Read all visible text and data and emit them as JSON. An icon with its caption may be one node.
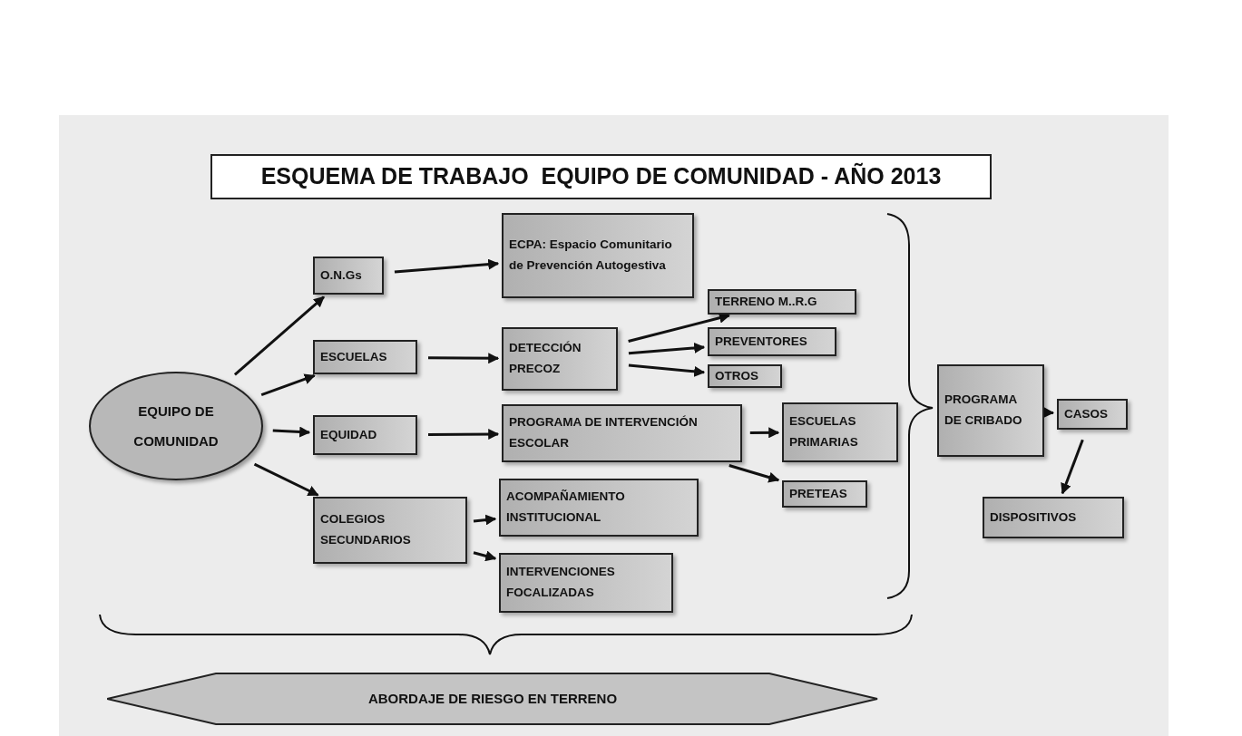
{
  "diagram": {
    "title": "ESQUEMA DE TRABAJO  EQUIPO DE COMUNIDAD - AÑO 2013",
    "nodes": [
      {
        "text": [
          "EQUIPO DE COMUNIDAD"
        ]
      },
      {
        "text": [
          "O.N.Gs"
        ]
      },
      {
        "text": [
          "ESCUELAS"
        ]
      },
      {
        "text": [
          "EQUIDAD"
        ]
      },
      {
        "text": [
          "COLEGIOS SECUNDARIOS"
        ]
      },
      {
        "text": [
          "ECPA: Espacio Comunitario de Prevención Autogestiva"
        ]
      },
      {
        "text": [
          "DETECCIÓN PRECOZ"
        ]
      },
      {
        "text": [
          "TERRENO M..R.G"
        ]
      },
      {
        "text": [
          "PREVENTORES"
        ]
      },
      {
        "text": [
          "OTROS"
        ]
      },
      {
        "text": [
          "PROGRAMA DE  INTERVENCIÓN ESCOLAR"
        ]
      },
      {
        "text": [
          "ESCUELAS PRIMARIAS"
        ]
      },
      {
        "text": [
          "PRETEAS"
        ]
      },
      {
        "text": [
          "ACOMPAÑAMIENTO INSTITUCIONAL"
        ]
      },
      {
        "text": [
          "INTERVENCIONES FOCALIZADAS"
        ]
      },
      {
        "text": [
          "PROGRAMA DE CRIBADO"
        ]
      },
      {
        "text": [
          "CASOS"
        ]
      },
      {
        "text": [
          "DISPOSITIVOS"
        ]
      },
      {
        "text": [
          "ABORDAJE DE RIESGO EN TERRENO"
        ]
      }
    ],
    "edges": [
      {
        "from": 0,
        "to": 1,
        "arrow": "to"
      },
      {
        "from": 0,
        "to": 2,
        "arrow": "to"
      },
      {
        "from": 0,
        "to": 3,
        "arrow": "to"
      },
      {
        "from": 0,
        "to": 4,
        "arrow": "to"
      },
      {
        "from": 1,
        "to": 5,
        "arrow": "to"
      },
      {
        "from": 2,
        "to": 6,
        "arrow": "to"
      },
      {
        "from": 3,
        "to": 10,
        "arrow": "to"
      },
      {
        "from": 6,
        "to": 7,
        "arrow": "to"
      },
      {
        "from": 6,
        "to": 8,
        "arrow": "to"
      },
      {
        "from": 6,
        "to": 9,
        "arrow": "to"
      },
      {
        "from": 10,
        "to": 11,
        "arrow": "to"
      },
      {
        "from": 10,
        "to": 12,
        "arrow": "to"
      },
      {
        "from": 4,
        "to": 13,
        "arrow": "to"
      },
      {
        "from": 4,
        "to": 14,
        "arrow": "to"
      },
      {
        "from": 15,
        "to": 16,
        "arrow": "to"
      },
      {
        "from": 16,
        "to": 17,
        "arrow": "to"
      }
    ]
  }
}
